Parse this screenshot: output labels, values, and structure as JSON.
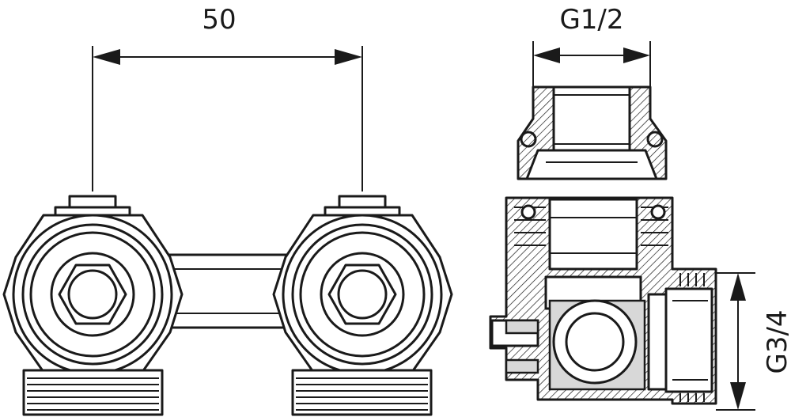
{
  "dimensions": {
    "spacing_label": "50",
    "outlet_thread_label": "G1/2",
    "inlet_thread_label": "G3/4"
  }
}
